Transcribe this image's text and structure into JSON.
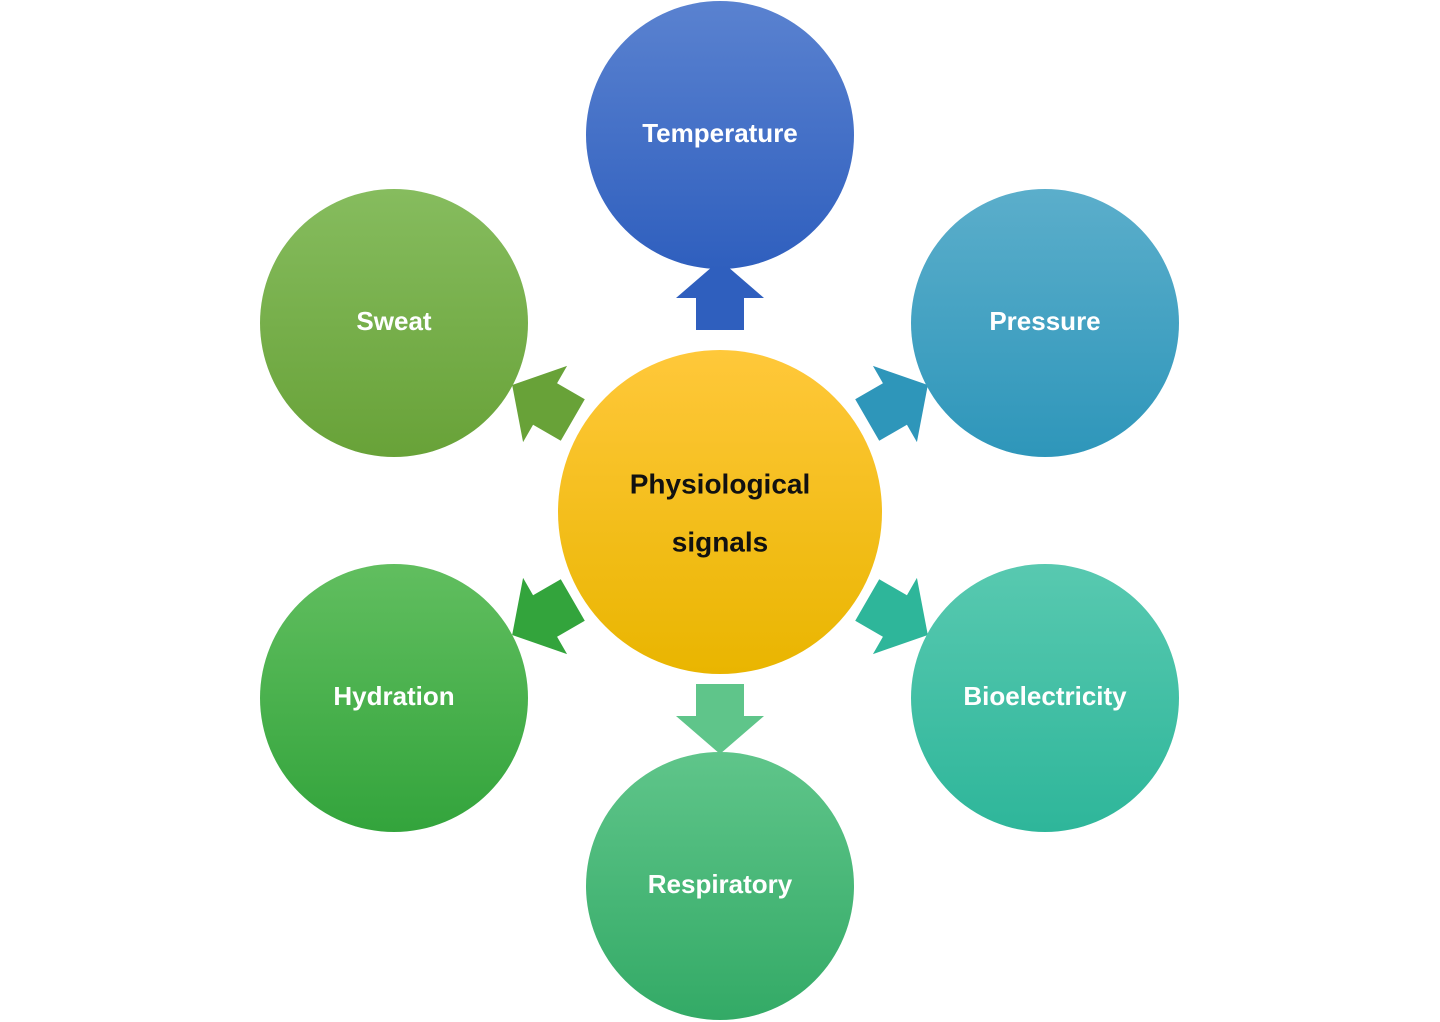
{
  "center": {
    "line1": "Physiological",
    "line2": "signals",
    "color_top": "#FFC83A",
    "color_bottom": "#E9B500"
  },
  "nodes": {
    "temperature": {
      "label": "Temperature",
      "color_top": "#5A82D0",
      "color_bottom": "#2F5FBE"
    },
    "pressure": {
      "label": "Pressure",
      "color_top": "#5BAECB",
      "color_bottom": "#2E96BA"
    },
    "bioelectricity": {
      "label": "Bioelectricity",
      "color_top": "#58C9B0",
      "color_bottom": "#2EB69A"
    },
    "respiratory": {
      "label": "Respiratory",
      "color_top": "#5FC58A",
      "color_bottom": "#33AA66"
    },
    "hydration": {
      "label": "Hydration",
      "color_top": "#61BE5F",
      "color_bottom": "#33A43C"
    },
    "sweat": {
      "label": "Sweat",
      "color_top": "#86BC5E",
      "color_bottom": "#68A238"
    }
  }
}
